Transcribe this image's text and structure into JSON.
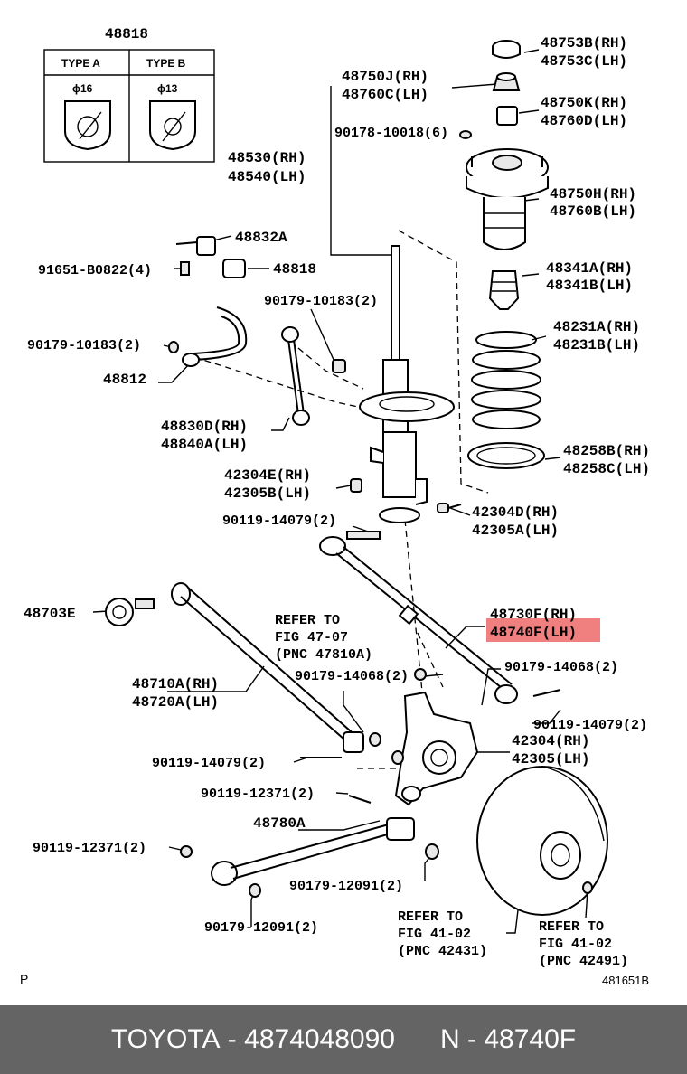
{
  "labels": {
    "l48818_top": "48818",
    "type_a": "TYPE A",
    "type_b": "TYPE B",
    "phi16": "ϕ16",
    "phi13": "ϕ13",
    "l48753b": "48753B(RH)",
    "l48753c": "48753C(LH)",
    "l48750j": "48750J(RH)",
    "l48760c": "48760C(LH)",
    "l48750k": "48750K(RH)",
    "l48760d": "48760D(LH)",
    "l90178": "90178-10018(6)",
    "l48530": "48530(RH)",
    "l48540": "48540(LH)",
    "l48750h": "48750H(RH)",
    "l48760b": "48760B(LH)",
    "l48832a": "48832A",
    "l91651": "91651-B0822(4)",
    "l48818_mid": "48818",
    "l48341a": "48341A(RH)",
    "l48341b": "48341B(LH)",
    "l90179_10183_a": "90179-10183(2)",
    "l90179_10183_b": "90179-10183(2)",
    "l48231a": "48231A(RH)",
    "l48231b": "48231B(LH)",
    "l48812": "48812",
    "l48830d": "48830D(RH)",
    "l48840a": "48840A(LH)",
    "l48258b": "48258B(RH)",
    "l48258c": "48258C(LH)",
    "l42304e": "42304E(RH)",
    "l42305b": "42305B(LH)",
    "l42304d": "42304D(RH)",
    "l42305a": "42305A(LH)",
    "l90119_14079_a": "90119-14079(2)",
    "l48703e": "48703E",
    "l48730f": "48730F(RH)",
    "l48740f": "48740F(LH)",
    "refer1_a": "REFER TO",
    "refer1_b": "FIG 47-07",
    "refer1_c": "(PNC 47810A)",
    "l90179_14068_a": "90179-14068(2)",
    "l90179_14068_b": "90179-14068(2)",
    "l48710a": "48710A(RH)",
    "l48720a": "48720A(LH)",
    "l90119_14079_b": "90119-14079(2)",
    "l42304": "42304(RH)",
    "l42305": "42305(LH)",
    "l90119_14079_c": "90119-14079(2)",
    "l90119_12371_a": "90119-12371(2)",
    "l48780a": "48780A",
    "l90119_12371_b": "90119-12371(2)",
    "l90179_12091_a": "90179-12091(2)",
    "l90179_12091_b": "90179-12091(2)",
    "refer2_a": "REFER TO",
    "refer2_b": "FIG 41-02",
    "refer2_c": "(PNC 42431)",
    "refer3_a": "REFER TO",
    "refer3_b": "FIG 41-02",
    "refer3_c": "(PNC 42491)",
    "corner_p": "P",
    "drawing_no": "481651B"
  },
  "highlight_color": "#f08080",
  "footer": {
    "brand": "TOYOTA",
    "part_number": "4874048090",
    "pnc": "N - 48740F",
    "separator": " - "
  }
}
